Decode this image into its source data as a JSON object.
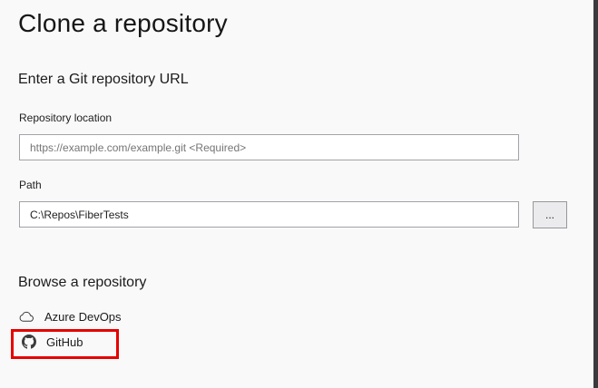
{
  "page": {
    "title": "Clone a repository"
  },
  "url_section": {
    "heading": "Enter a Git repository URL",
    "repo_location_label": "Repository location",
    "repo_location_placeholder": "https://example.com/example.git <Required>",
    "path_label": "Path",
    "path_value": "C:\\Repos\\FiberTests",
    "browse_button_label": "..."
  },
  "browse_section": {
    "heading": "Browse a repository",
    "items": [
      {
        "label": "Azure DevOps",
        "icon": "cloud-icon"
      },
      {
        "label": "GitHub",
        "icon": "github-icon",
        "highlighted": true
      }
    ]
  },
  "colors": {
    "highlight_red": "#e60000",
    "background": "#f9f9f9",
    "input_border": "#a2a2a8",
    "window_edge": "#3a3a3e"
  }
}
